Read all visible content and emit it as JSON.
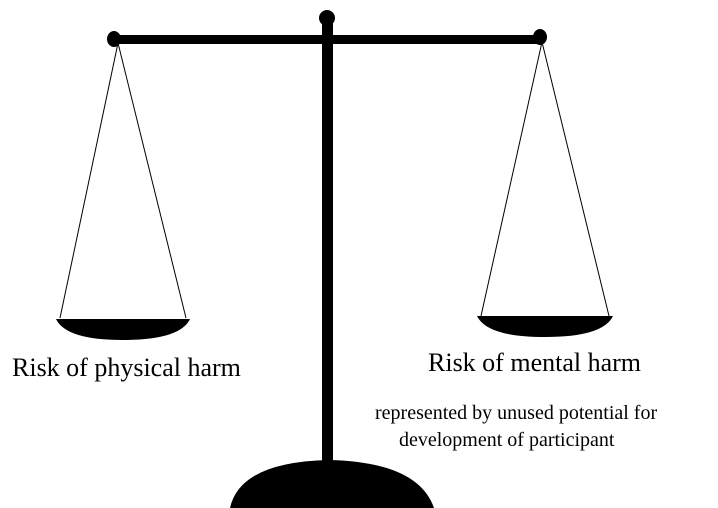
{
  "diagram": {
    "left_pan_label": "Risk of physical harm",
    "right_pan_label": "Risk of mental harm",
    "right_pan_sublabel_line1": "represented by unused potential for",
    "right_pan_sublabel_line2": "development of participant",
    "stroke_color": "#000000",
    "background_color": "#ffffff"
  }
}
